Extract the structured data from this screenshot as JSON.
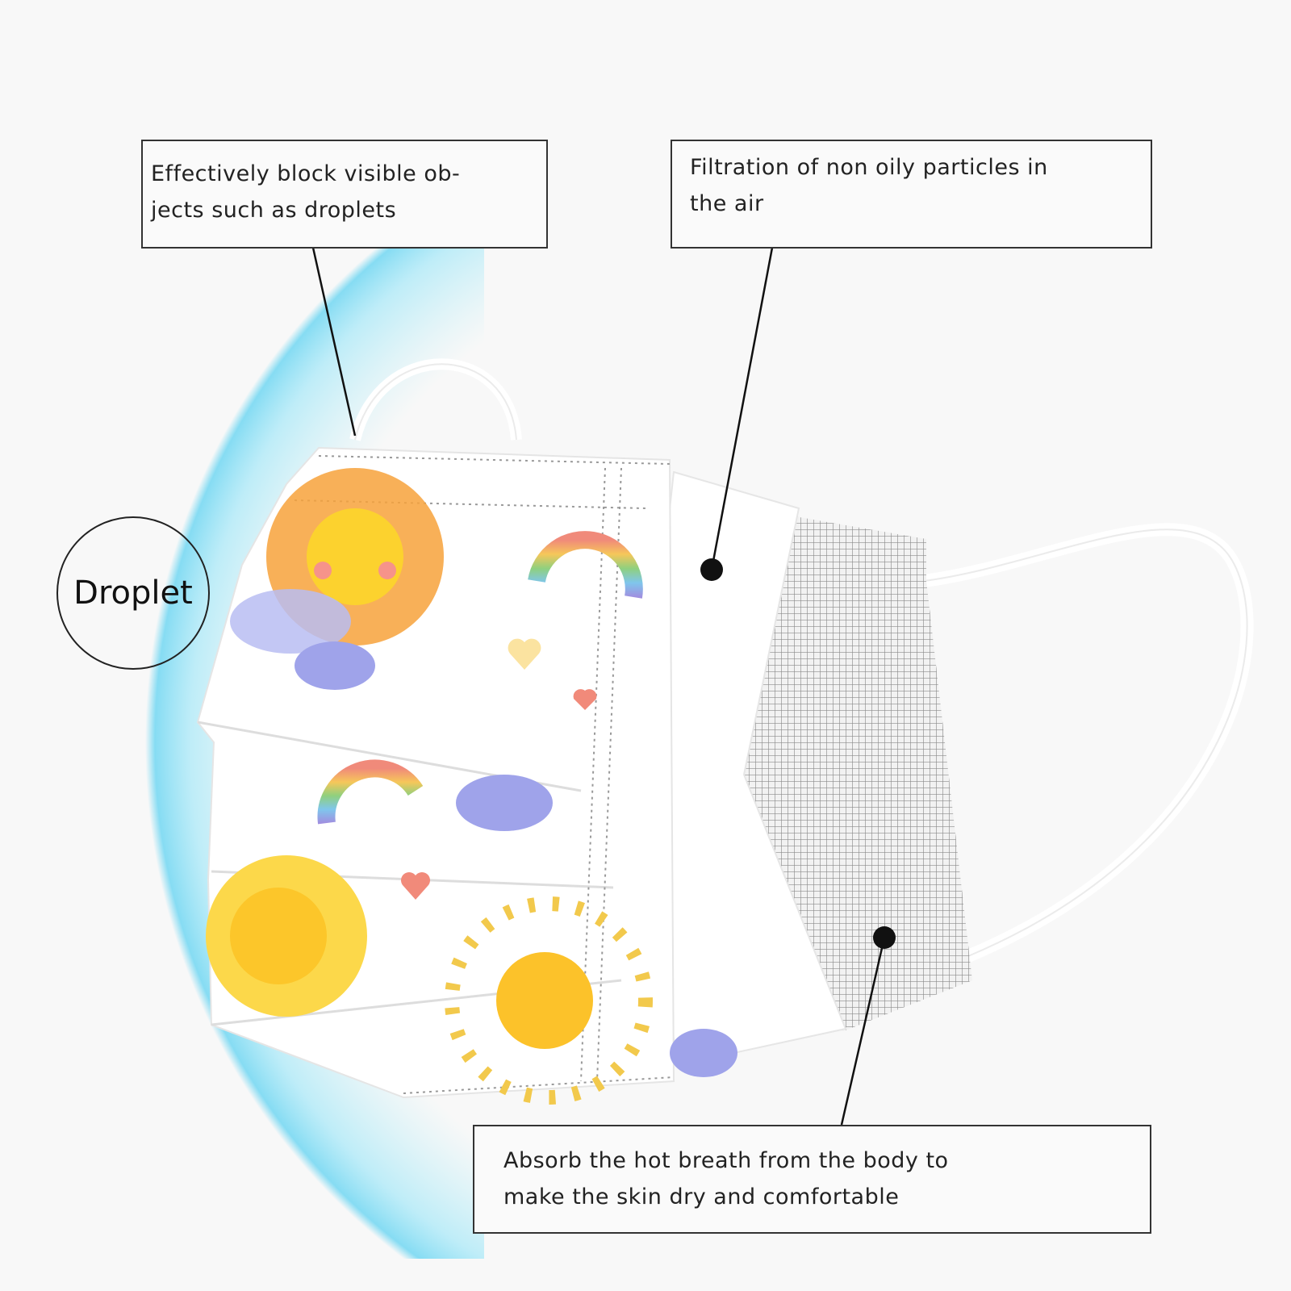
{
  "labels": {
    "block": {
      "line1": "Effectively block visible ob-",
      "line2": "jects such as droplets"
    },
    "filtration": {
      "line1": "Filtration of non oily particles in",
      "line2": "the air"
    },
    "absorb": {
      "line1": "Absorb the hot breath from the body to",
      "line2": "make the skin dry and comfortable"
    },
    "droplet": "Droplet"
  },
  "colors": {
    "droplet_blue": "#8fe0f5",
    "line": "#111111",
    "mesh": "#9a9a9a"
  }
}
